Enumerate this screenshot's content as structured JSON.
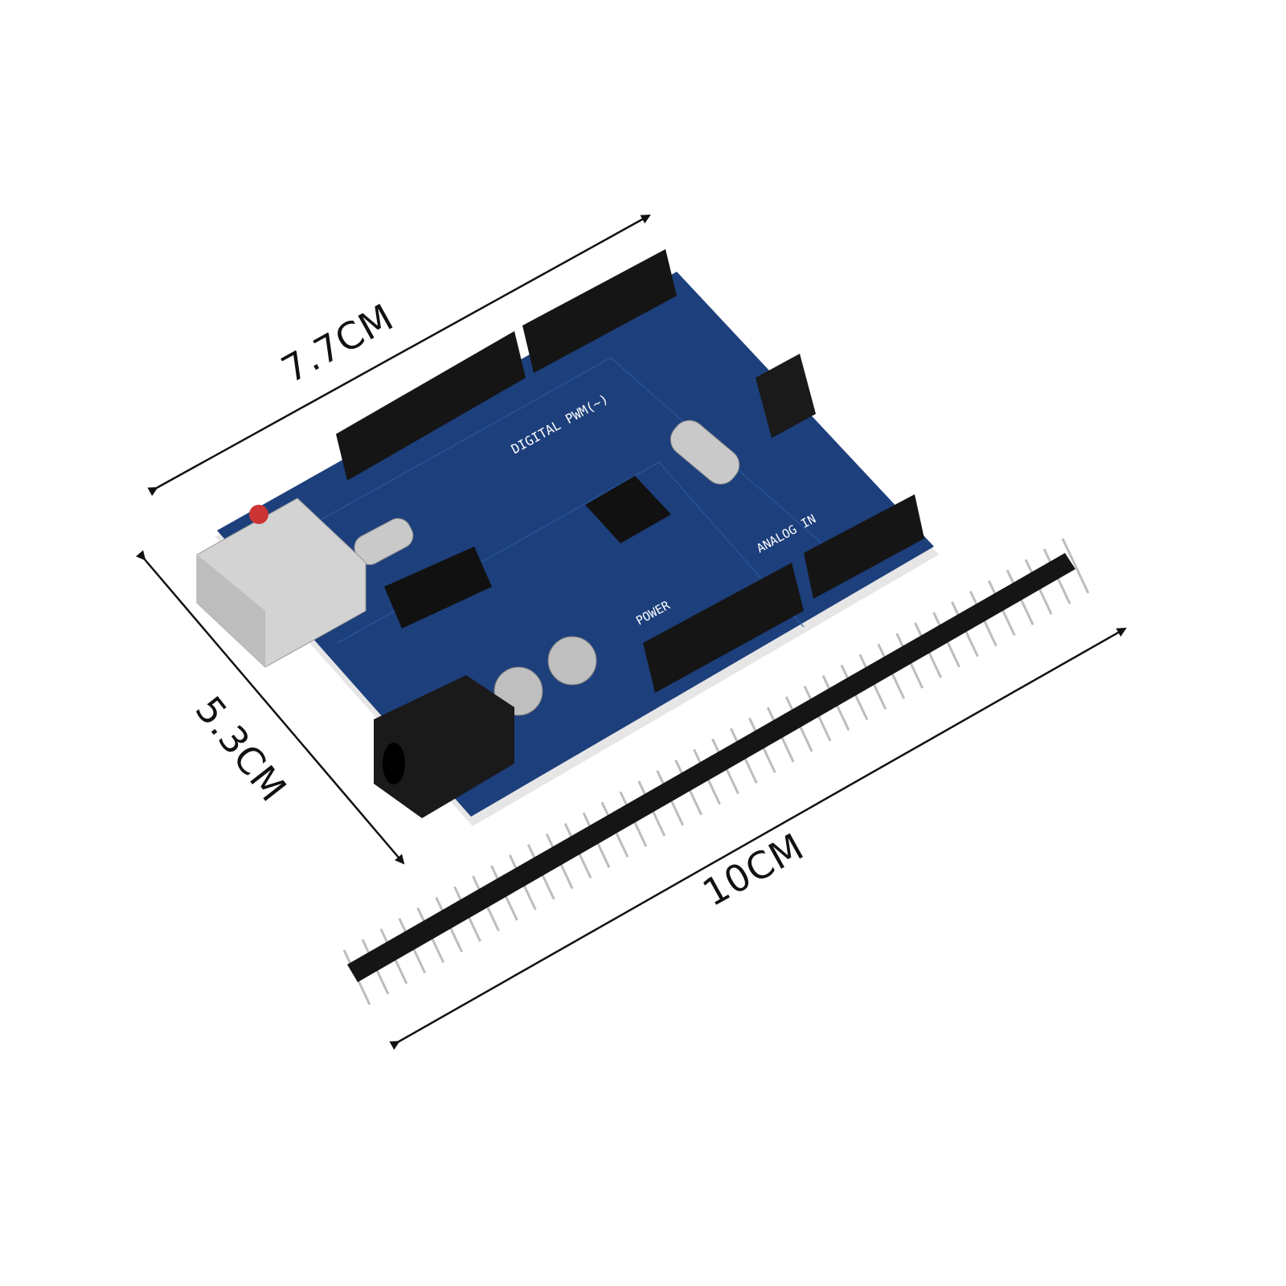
{
  "dimensions": {
    "board_length": "7.7CM",
    "board_width": "5.3CM",
    "header_length": "10CM"
  },
  "colors": {
    "pcb": "#1d3f7c",
    "pcb_edge": "#e8e8e8",
    "header": "#151515",
    "usb": "#cfcfcf",
    "arrow": "#111111"
  },
  "board_labels": {
    "digital": "DIGITAL PWM(~)",
    "analog": "ANALOG IN",
    "power": "POWER"
  }
}
